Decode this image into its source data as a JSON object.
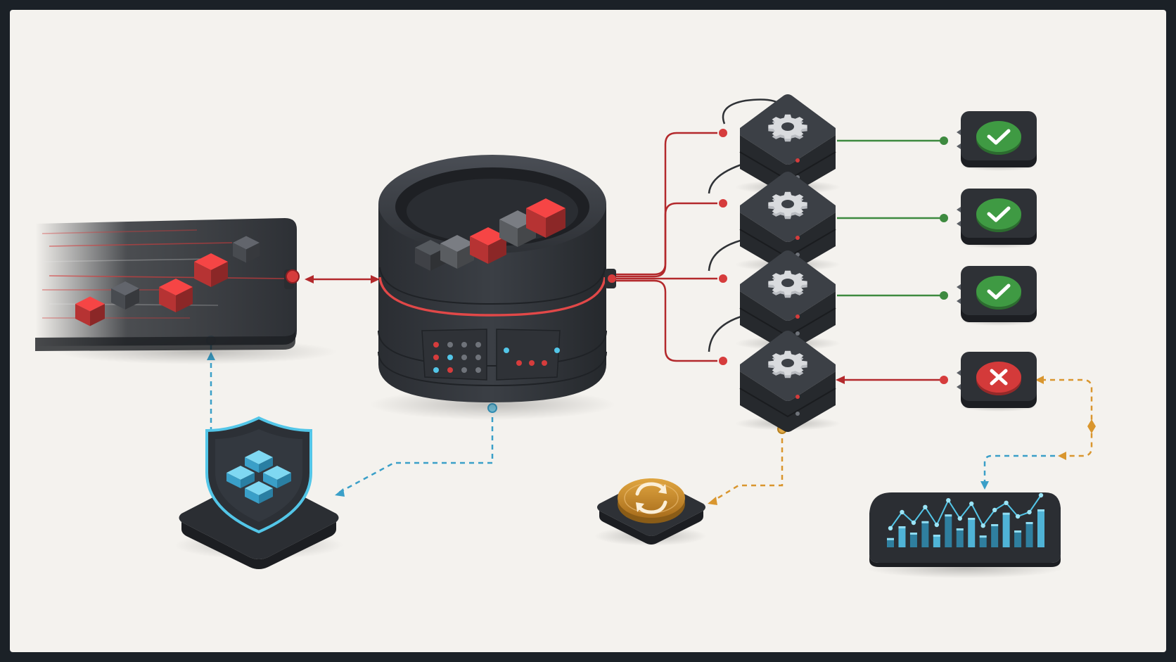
{
  "diagram": {
    "theme": {
      "frame": "#1b2127",
      "background": "#f4f2ee",
      "device_dark": "#2b2e33",
      "device_mid": "#3a3e44",
      "accent_red": "#d63c3c",
      "line_red": "#b3292c",
      "line_green": "#3d8a3f",
      "line_blue_dashed": "#3a9fc8",
      "line_orange_dashed": "#d9962e",
      "status_ok": "#3f9a43",
      "status_fail": "#d43a3a",
      "retry_coin": "#c98a2a",
      "shield_glow": "#53c6e8"
    },
    "nodes": {
      "producer": {
        "icon": "message-stream-icon",
        "cube_colors": [
          "#d63c3c",
          "#55585e",
          "#d63c3c",
          "#d63c3c",
          "#55585e"
        ]
      },
      "queue": {
        "icon": "message-queue-cylinder-icon"
      },
      "workers": [
        {
          "icon": "gear-icon",
          "result": "success"
        },
        {
          "icon": "gear-icon",
          "result": "success"
        },
        {
          "icon": "gear-icon",
          "result": "success"
        },
        {
          "icon": "gear-icon",
          "result": "failure"
        }
      ],
      "results": [
        {
          "icon": "check-icon",
          "status": "success"
        },
        {
          "icon": "check-icon",
          "status": "success"
        },
        {
          "icon": "check-icon",
          "status": "success"
        },
        {
          "icon": "x-icon",
          "status": "failure"
        }
      ],
      "security": {
        "icon": "shield-icon"
      },
      "retry": {
        "icon": "refresh-icon"
      },
      "monitoring": {
        "icon": "bar-chart-icon",
        "bar_levels": [
          0.22,
          0.5,
          0.35,
          0.62,
          0.3,
          0.78,
          0.45,
          0.7,
          0.28,
          0.55,
          0.82,
          0.4,
          0.6,
          0.9
        ]
      }
    }
  }
}
